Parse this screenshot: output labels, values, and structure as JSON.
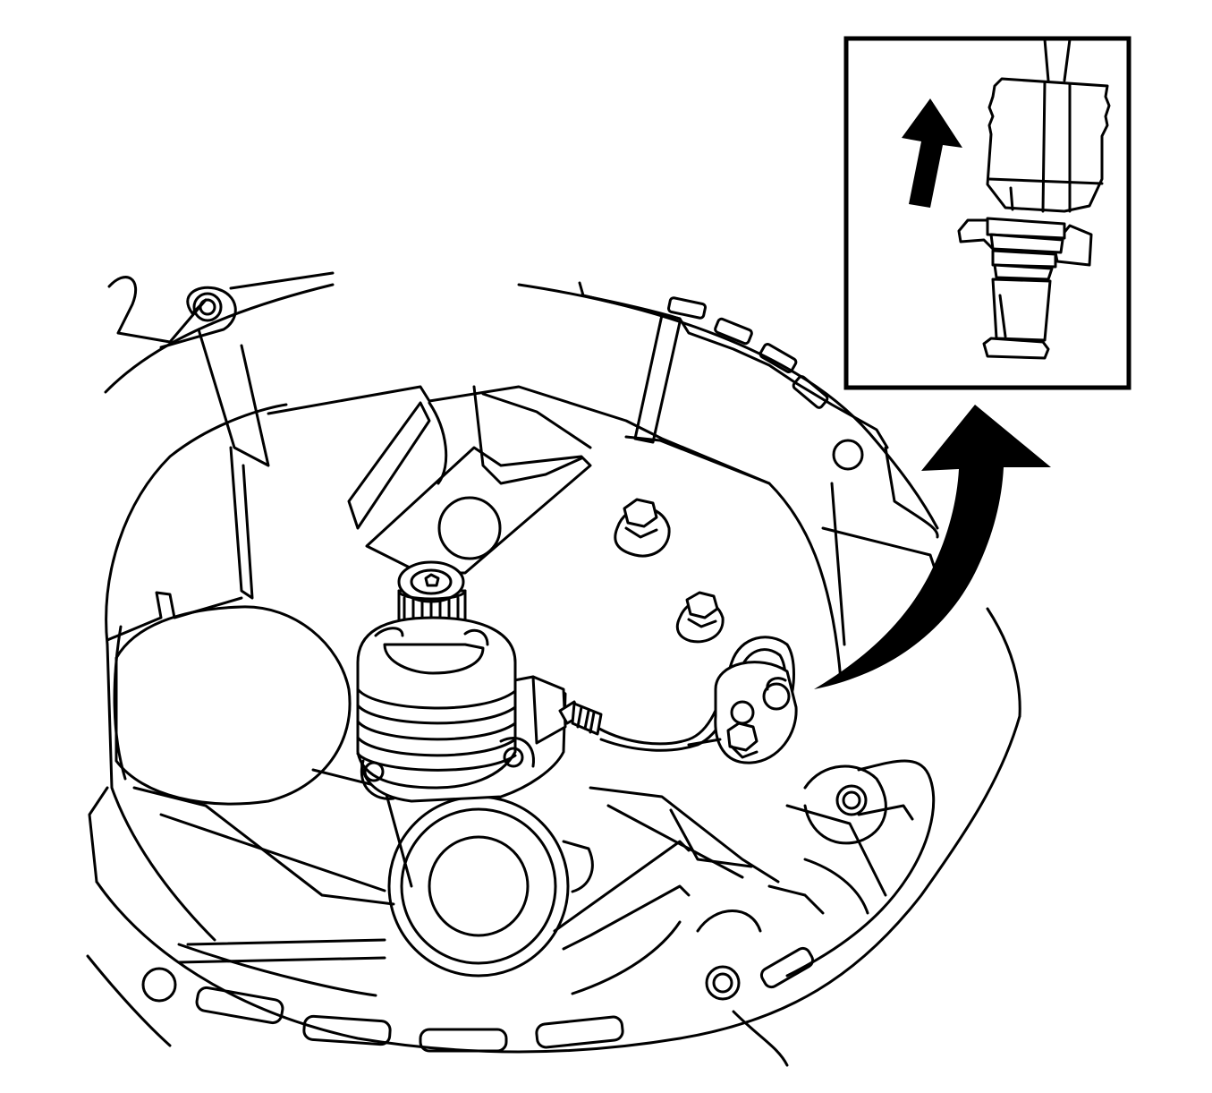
{
  "figure": {
    "kind": "line-art service illustration",
    "line_color": "#000000",
    "background_color": "#ffffff",
    "parts": [
      "transmission-housing",
      "input-shaft",
      "concentric-slave-cylinder",
      "hydraulic-line",
      "bleeder-screw",
      "hose-bracket",
      "housing-bolt",
      "removal-arrow"
    ],
    "inset": {
      "parts": [
        "quick-connect-fitting",
        "up-arrow"
      ]
    }
  }
}
